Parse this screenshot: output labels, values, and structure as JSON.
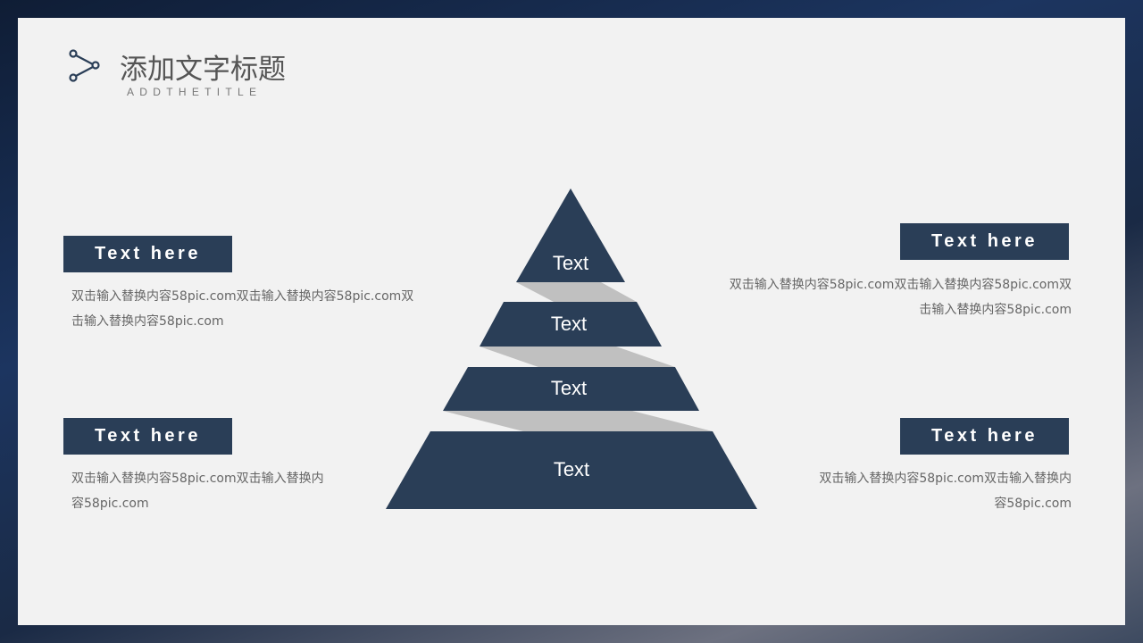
{
  "header": {
    "title": "添加文字标题",
    "subtitle": "ADDTHETITLE",
    "icon": "share-nodes-icon"
  },
  "pyramid": {
    "tiers": [
      "Text",
      "Text",
      "Text",
      "Text"
    ],
    "color": "#2a3e57",
    "connector_color": "#c0c0c0"
  },
  "blocks": [
    {
      "label": "Text here",
      "lines": [
        "双击输入替换内容58pic.com双击输入替换内容58pic.com双",
        "击输入替换内容58pic.com"
      ]
    },
    {
      "label": "Text here",
      "lines": [
        "双击输入替换内容58pic.com双击输入替换内",
        "容58pic.com"
      ]
    },
    {
      "label": "Text here",
      "lines": [
        "双击输入替换内容58pic.com双击输入替换内容58pic.com双",
        "击输入替换内容58pic.com"
      ]
    },
    {
      "label": "Text here",
      "lines": [
        "双击输入替换内容58pic.com双击输入替换内",
        "容58pic.com"
      ]
    }
  ]
}
